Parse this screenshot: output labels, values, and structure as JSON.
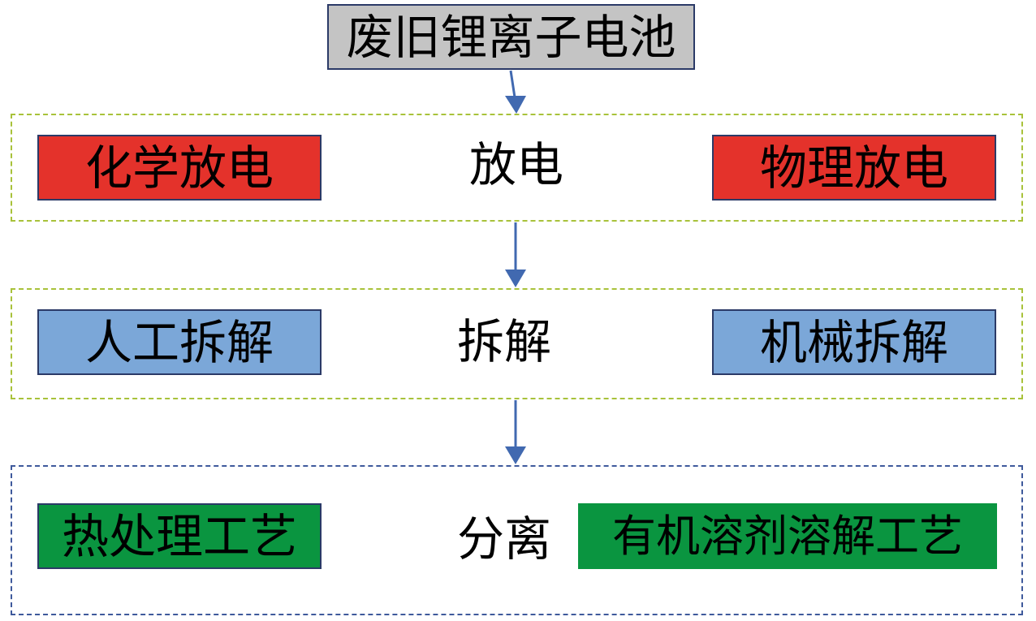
{
  "colors": {
    "source_fill": "#c4c4c4",
    "discharge_fill": "#e4322b",
    "disassembly_fill": "#7ba7d8",
    "separation_fill": "#0a9540",
    "stage_border_green": "#a8c23a",
    "stage_border_blue": "#3f5a9c",
    "arrow": "#4169b0"
  },
  "source": {
    "label": "废旧锂离子电池"
  },
  "stages": [
    {
      "label": "放电",
      "left": "化学放电",
      "right": "物理放电"
    },
    {
      "label": "拆解",
      "left": "人工拆解",
      "right": "机械拆解"
    },
    {
      "label": "分离",
      "left": "热处理工艺",
      "right": "有机溶剂溶解工艺"
    }
  ]
}
